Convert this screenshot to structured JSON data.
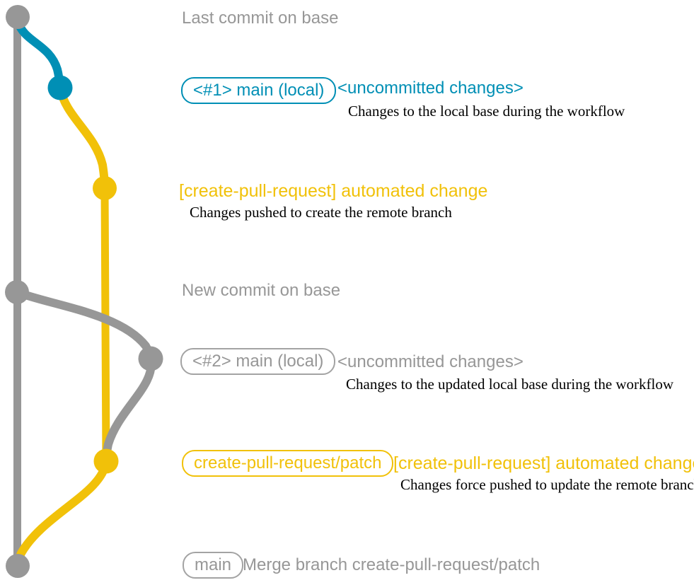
{
  "colors": {
    "gray": "#979797",
    "blue": "#008fb5",
    "yellow": "#f1c109",
    "annotation_text": "#000000"
  },
  "graph": {
    "branches": [
      {
        "name": "base",
        "color": "#979797"
      },
      {
        "name": "main (local)",
        "color_first": "#008fb5",
        "color_second": "#979797"
      },
      {
        "name": "create-pull-request/patch",
        "color": "#f1c109"
      }
    ]
  },
  "annotations": {
    "row1": {
      "text": "Last commit on base"
    },
    "row2": {
      "badge": "<#1> main (local)",
      "note": "<uncommitted changes>",
      "desc": "Changes to the local base during the workflow"
    },
    "row3": {
      "title": "[create-pull-request] automated change",
      "desc": "Changes pushed to create the remote branch"
    },
    "row4": {
      "text": "New commit on base"
    },
    "row5": {
      "badge": "<#2> main (local)",
      "note": "<uncommitted changes>",
      "desc": "Changes to the updated local base during the workflow"
    },
    "row6": {
      "badge": "create-pull-request/patch",
      "title": "[create-pull-request] automated change",
      "desc": "Changes force pushed to update the remote branch"
    },
    "row7": {
      "badge": "main",
      "text": "Merge branch create-pull-request/patch"
    }
  }
}
